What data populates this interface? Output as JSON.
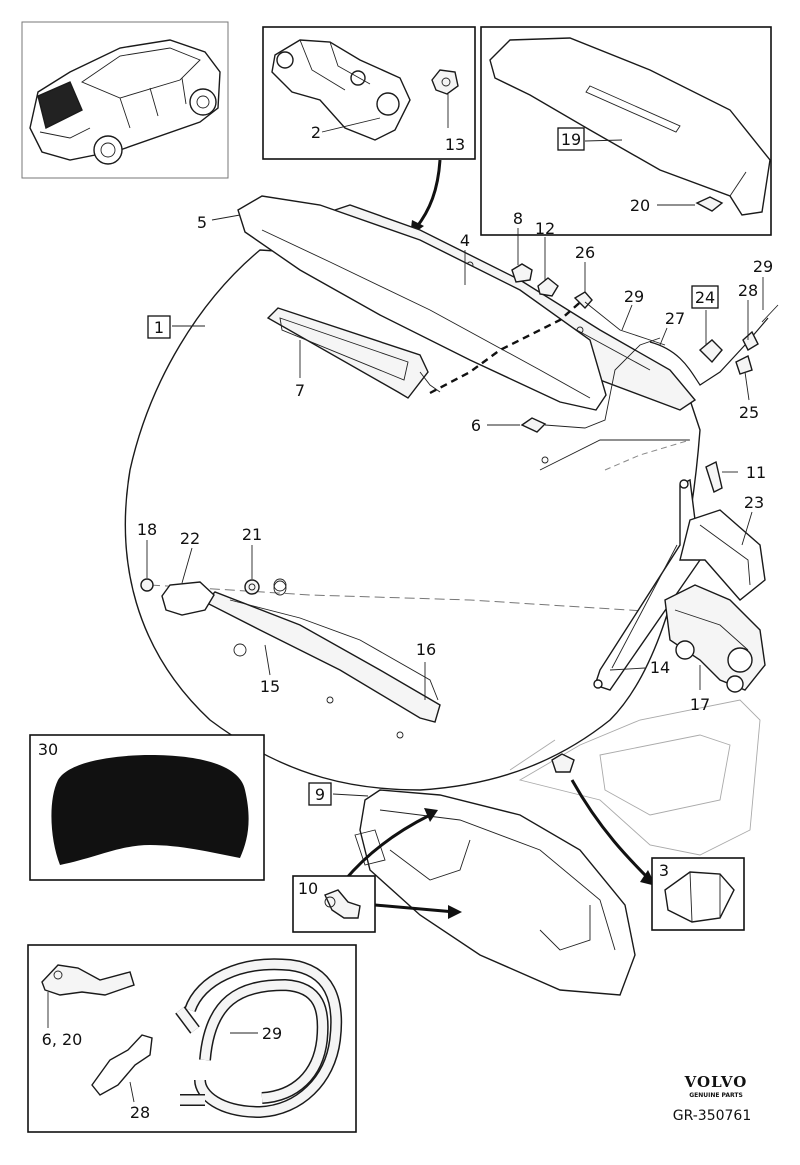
{
  "callouts": {
    "c1": "1",
    "c2": "2",
    "c3": "3",
    "c4": "4",
    "c5": "5",
    "c6": "6",
    "c7": "7",
    "c8": "8",
    "c9": "9",
    "c10": "10",
    "c11": "11",
    "c12": "12",
    "c13": "13",
    "c14": "14",
    "c15": "15",
    "c16": "16",
    "c17": "17",
    "c18": "18",
    "c19": "19",
    "c20": "20",
    "c21": "21",
    "c22": "22",
    "c23": "23",
    "c24": "24",
    "c25": "25",
    "c26": "26",
    "c27": "27",
    "c28": "28",
    "c29": "29",
    "c29b": "29",
    "c30": "30",
    "kit_6_20": "6, 20",
    "kit_28": "28",
    "kit_29": "29"
  },
  "brand": {
    "name": "VOLVO",
    "tagline": "GENUINE PARTS",
    "code": "GR-350761"
  }
}
